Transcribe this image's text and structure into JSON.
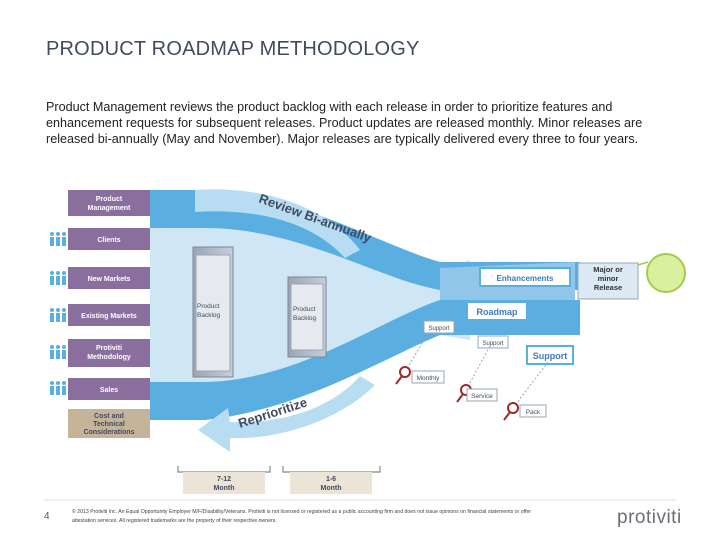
{
  "slide": {
    "title": "PRODUCT ROADMAP METHODOLOGY",
    "body": "Product Management reviews the product backlog with each release in order to prioritize features and enhancement requests for subsequent releases. Product updates are released monthly. Minor releases are released bi-annually (May and November). Major releases are typically delivered every three to four years.",
    "page_number": "4",
    "footer": "© 2013 Protiviti Inc. An Equal Opportunity Employer M/F/Disability/Veterans. Protiviti is not licensed or registered as a public accounting firm and does not issue opinions on financial statements or offer attestation services. All registered trademarks are the property of their respective owners.",
    "logo": "protiviti"
  },
  "diagram": {
    "inputs": [
      "Product Management",
      "Clients",
      "New Markets",
      "Existing Markets",
      "Protiviti Methodology",
      "Sales",
      "Cost and Technical Considerations"
    ],
    "review_label": "Review Bi-annually",
    "reprioritize_label": "Reprioritize",
    "backlog_1": "Product Backlog",
    "backlog_2": "Product Backlog",
    "enhancements": "Enhancements",
    "roadmap": "Roadmap",
    "support": "Support",
    "support_small_1": "Support",
    "support_small_2": "Support",
    "major_minor": "Major or minor Release",
    "monthly": "Monthly",
    "service": "Service",
    "pack": "Pack",
    "timeline_1": "7-12 Month",
    "timeline_2": "1-6 Month",
    "colors": {
      "blue": "#5aaee0",
      "light_blue": "#b8dcf2",
      "purple": "#8a6f9e",
      "tan": "#c5b49a",
      "dark_text": "#404b61",
      "red": "#9e2a2b",
      "green_circle": "#d8f0a0"
    }
  }
}
